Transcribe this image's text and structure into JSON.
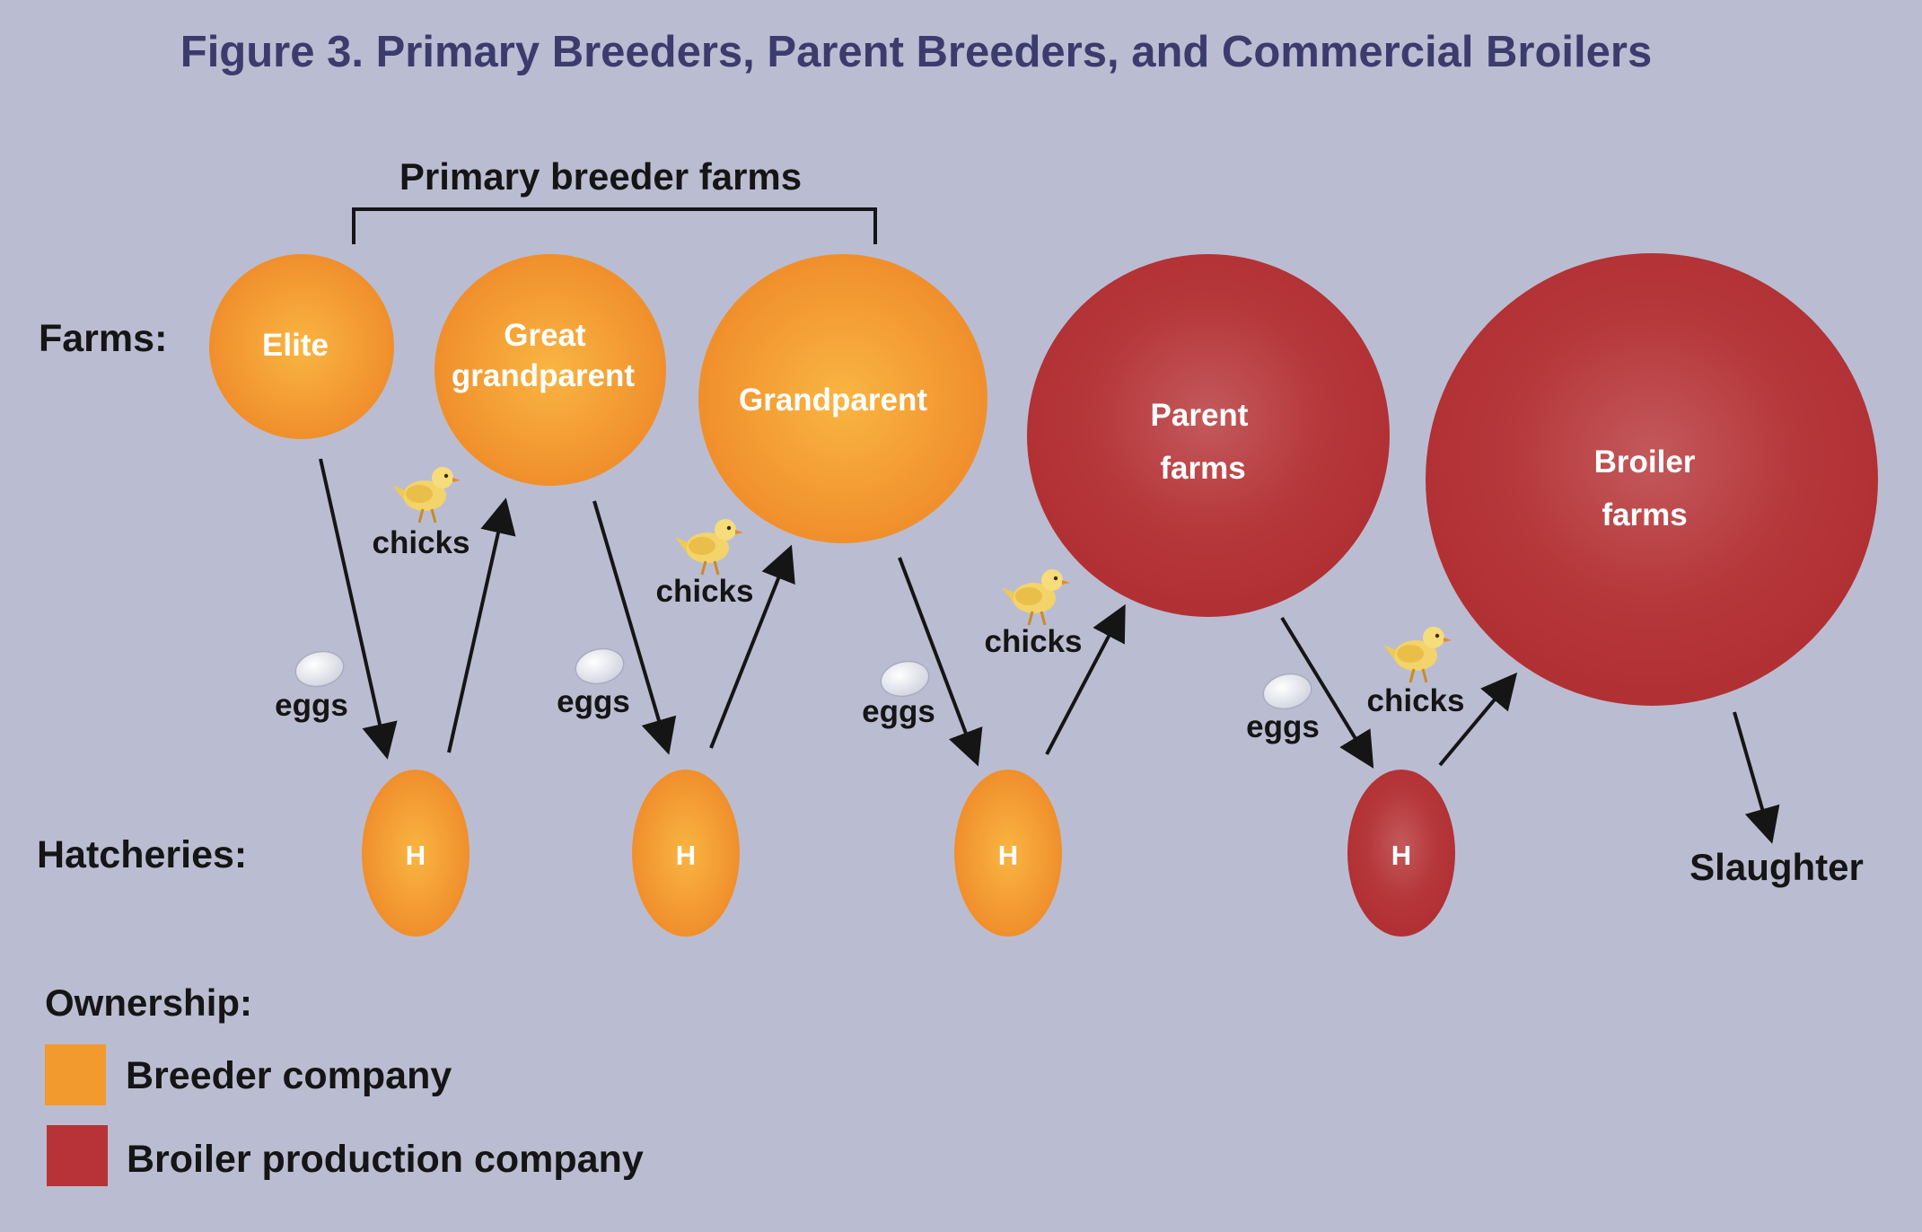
{
  "title": "Figure 3. Primary Breeders, Parent Breeders, and Commercial Broilers",
  "group_label": "Primary breeder farms",
  "row_labels": {
    "farms": "Farms:",
    "hatcheries": "Hatcheries:"
  },
  "farms": [
    {
      "line1": "Elite",
      "line2": "",
      "owner": "breeder"
    },
    {
      "line1": "Great",
      "line2": "grandparent",
      "owner": "breeder"
    },
    {
      "line1": "Grandparent",
      "line2": "",
      "owner": "breeder"
    },
    {
      "line1": "Parent",
      "line2": "farms",
      "owner": "broiler"
    },
    {
      "line1": "Broiler",
      "line2": "farms",
      "owner": "broiler"
    }
  ],
  "hatcheries": [
    {
      "label": "H",
      "owner": "breeder"
    },
    {
      "label": "H",
      "owner": "breeder"
    },
    {
      "label": "H",
      "owner": "breeder"
    },
    {
      "label": "H",
      "owner": "broiler"
    }
  ],
  "flow_labels": {
    "eggs": "eggs",
    "chicks": "chicks"
  },
  "end_label": "Slaughter",
  "legend": {
    "title": "Ownership:",
    "items": [
      {
        "label": "Breeder company",
        "color": "#f29a2e"
      },
      {
        "label": "Broiler production company",
        "color": "#b73337"
      }
    ]
  },
  "colors": {
    "background": "#babdd1",
    "title": "#3b3c6d",
    "breeder": "#f29a2e",
    "broiler": "#b73337"
  },
  "icons": {
    "egg": "egg-icon",
    "chick": "chick-icon"
  }
}
